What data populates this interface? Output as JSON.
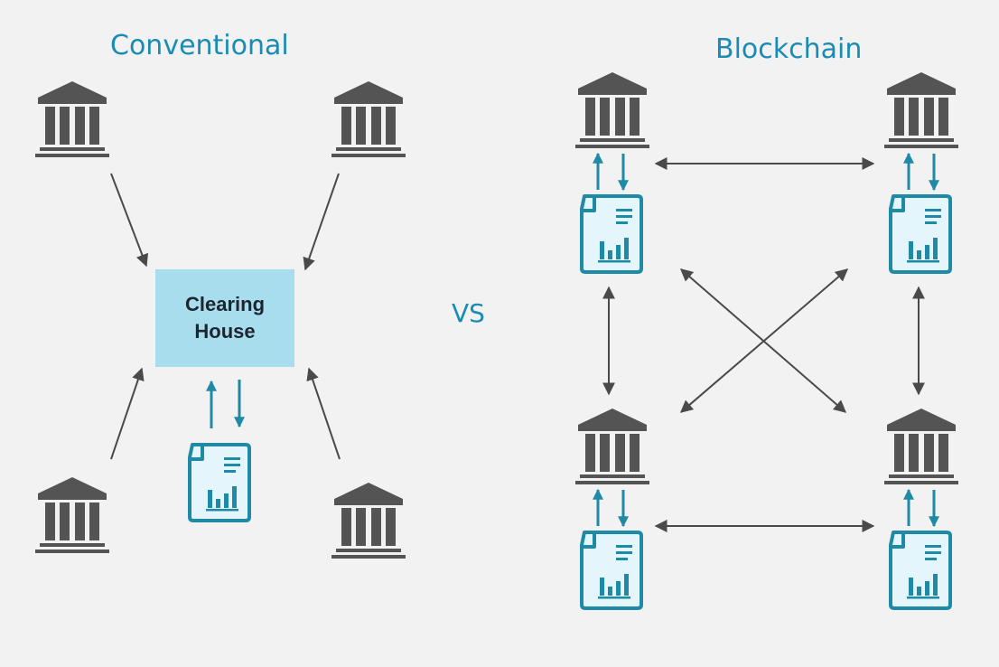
{
  "conventional": {
    "title": "Conventional",
    "hub_label": "Clearing\nHouse"
  },
  "separator": {
    "label": "VS"
  },
  "blockchain": {
    "title": "Blockchain"
  },
  "icons": {
    "bank": "bank-icon",
    "ledger": "ledger-document-icon"
  },
  "colors": {
    "accent": "#1a8bb3",
    "icon_gray": "#545454",
    "arrow_gray": "#4a4a4a",
    "hub_fill": "#a8dded",
    "ledger_stroke": "#1f8aa6",
    "ledger_fill": "#e4f6fb"
  }
}
